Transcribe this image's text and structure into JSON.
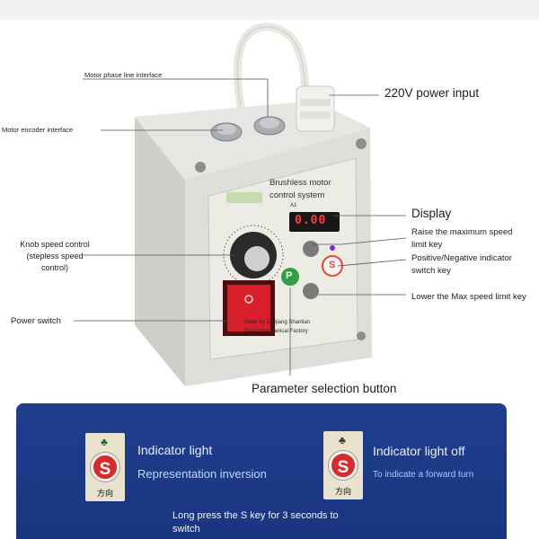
{
  "labels": {
    "phase": "Motor phase line interface",
    "encoder": "Motor encoder interface",
    "power_input": "220V power input",
    "knob": "Knob speed control (stepless speed control)",
    "power_switch": "Power switch",
    "display": "Display",
    "limit_up": "Raise the maximum speed limit key",
    "indicator_key": "Positive/Negative indicator switch key",
    "limit_down": "Lower the Max speed limit key",
    "param_button": "Parameter selection button"
  },
  "device": {
    "brand_text": "Brushless motor control system",
    "display_value": "0.00",
    "display_tag": "A1",
    "p_key": "P",
    "s_key": "S",
    "maker": "Made by Zhejiang Shantian Electromechanical Factory"
  },
  "panel": {
    "left": {
      "title": "Indicator light",
      "subtitle": "Representation inversion",
      "key_letter": "S",
      "key_caption": "方向"
    },
    "right": {
      "title": "Indicator light off",
      "subtitle": "To indicate a forward turn",
      "key_letter": "S",
      "key_caption": "方向"
    },
    "footer": "Long press the S key for 3 seconds to switch"
  },
  "colors": {
    "panel_blue": "#1f3e8e",
    "power_switch_red": "#d61f2b",
    "display_digits": "#ff3b3b",
    "p_key_green": "#2f9e45",
    "s_key_red": "#e5472c"
  }
}
